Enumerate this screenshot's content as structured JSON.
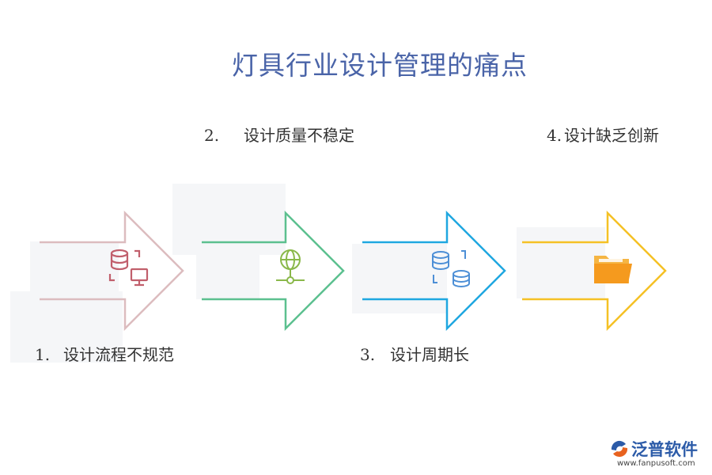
{
  "title": "灯具行业设计管理的痛点",
  "steps": [
    {
      "num": "1.",
      "text": "设计流程不规范",
      "color": "#dcbcbf",
      "icon": "database-monitor-icon",
      "icon_color": "#c15f6c"
    },
    {
      "num": "2.",
      "text": "设计质量不稳定",
      "color": "#5cc08f",
      "icon": "globe-network-icon",
      "icon_color": "#8ab84a"
    },
    {
      "num": "3.",
      "text": "设计周期长",
      "color": "#1fa7e0",
      "icon": "database-sync-icon",
      "icon_color": "#4d8fd6"
    },
    {
      "num": "4.",
      "text": "设计缺乏创新",
      "color": "#f5c125",
      "icon": "folder-icon",
      "icon_color": "#f5a623"
    }
  ],
  "logo": {
    "name": "泛普软件",
    "url": "www.fanpusoft.com"
  }
}
